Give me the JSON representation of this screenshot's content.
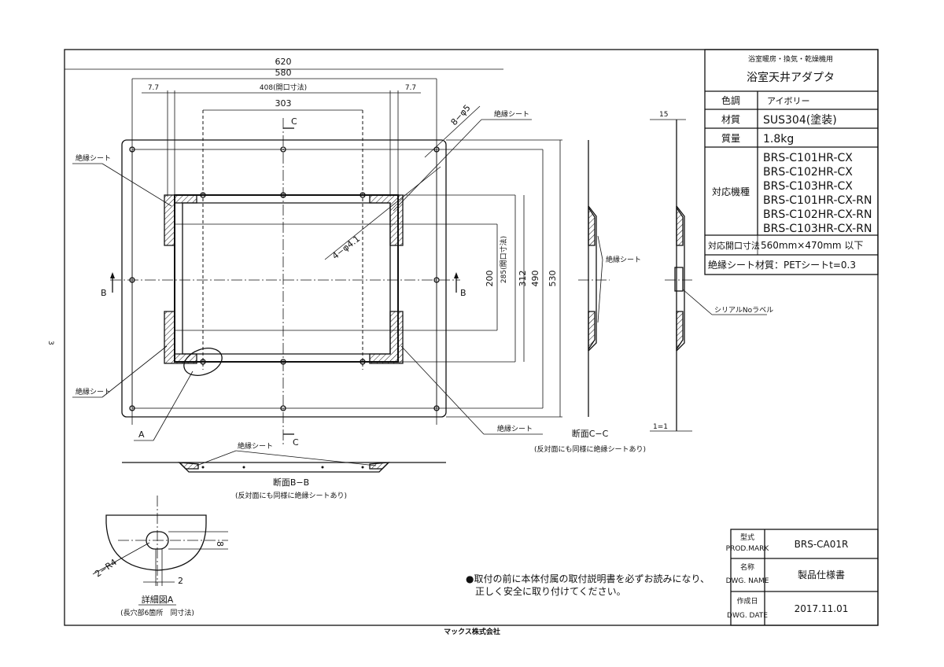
{
  "title_block": {
    "subtitle": "浴室暖房・換気・乾燥機用",
    "product_name": "浴室天井アダプタ",
    "spec_rows": [
      {
        "label": "色調",
        "value": "アイボリー"
      },
      {
        "label": "材質",
        "value": "SUS304(塗装)"
      },
      {
        "label": "質量",
        "value": "1.8kg"
      }
    ],
    "compatible_label": "対応機種",
    "compatible_models": [
      "BRS-C101HR-CX",
      "BRS-C102HR-CX",
      "BRS-C103HR-CX",
      "BRS-C101HR-CX-RN",
      "BRS-C102HR-CX-RN",
      "BRS-C103HR-CX-RN"
    ],
    "opening_label": "対応開口寸法",
    "opening_value": "560mm×470mm 以下",
    "insulation_text": "絶縁シート材質：PETシートt=0.3"
  },
  "dims_top": {
    "d620": "620",
    "d580": "580",
    "d408": "408(開口寸法)",
    "d303": "303",
    "d77a": "7.7",
    "d77b": "7.7"
  },
  "dims_right": {
    "d200": "200",
    "d285": "285(開口寸法)",
    "d312": "312",
    "d490": "490",
    "d530": "530"
  },
  "labels": {
    "holes8": "8−φ5",
    "holes4": "4−φ4.1",
    "insul": "絶縁シート",
    "section_b": "B",
    "section_c": "C",
    "detail_a": "A"
  },
  "section_bb": {
    "title": "断面B−B",
    "note": "(反対面にも同様に絶縁シートあり)"
  },
  "section_cc": {
    "title": "断面C−C",
    "note": "(反対面にも同様に絶縁シートあり)",
    "dim15": "15",
    "serial": "シリアルNoラベル",
    "scale": "1=1"
  },
  "detail": {
    "title": "詳細図A",
    "note": "(長穴部6箇所　同寸法)",
    "r4": "2−R4",
    "d8": "8",
    "d2": "2"
  },
  "notice": {
    "line1": "●取付の前に本体付属の取付説明書を必ずお読みになり、",
    "line2": "正しく安全に取り付けてください。"
  },
  "bottom_block": [
    {
      "label1": "型式",
      "label2": "PROD.MARK",
      "value": "BRS-CA01R"
    },
    {
      "label1": "名称",
      "label2": "DWG. NAME",
      "value": "製品仕様書"
    },
    {
      "label1": "作成日",
      "label2": "DWG. DATE",
      "value": "2017.11.01"
    }
  ],
  "company": "マックス株式会社",
  "margin_mark": "3"
}
